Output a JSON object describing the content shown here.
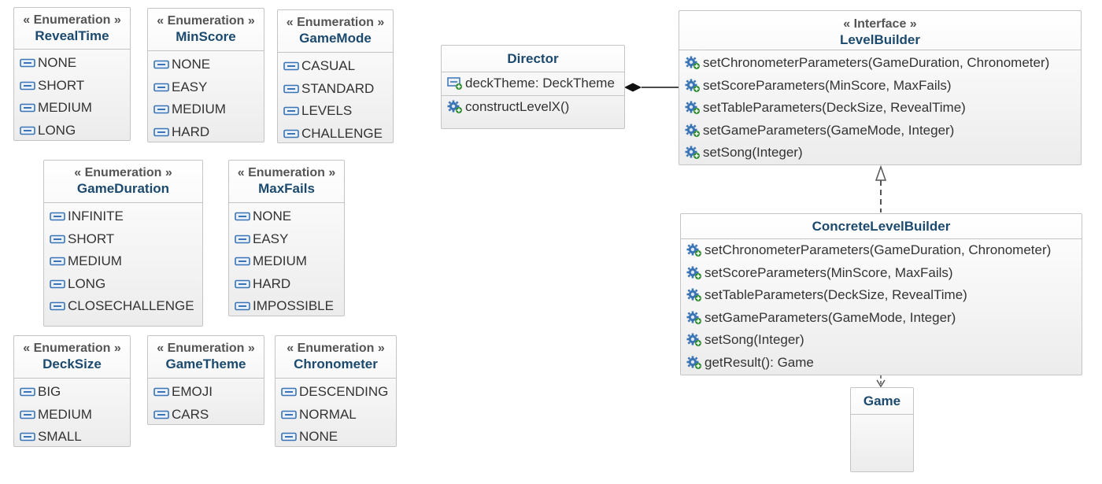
{
  "enumerations": [
    {
      "id": "reveal-time",
      "stereotype": "« Enumeration »",
      "name": "RevealTime",
      "literals": [
        "NONE",
        "SHORT",
        "MEDIUM",
        "LONG"
      ]
    },
    {
      "id": "min-score",
      "stereotype": "« Enumeration »",
      "name": "MinScore",
      "literals": [
        "NONE",
        "EASY",
        "MEDIUM",
        "HARD"
      ]
    },
    {
      "id": "game-mode",
      "stereotype": "« Enumeration »",
      "name": "GameMode",
      "literals": [
        "CASUAL",
        "STANDARD",
        "LEVELS",
        "CHALLENGE"
      ]
    },
    {
      "id": "game-duration",
      "stereotype": "« Enumeration »",
      "name": "GameDuration",
      "literals": [
        "INFINITE",
        "SHORT",
        "MEDIUM",
        "LONG",
        "CLOSECHALLENGE"
      ]
    },
    {
      "id": "max-fails",
      "stereotype": "« Enumeration »",
      "name": "MaxFails",
      "literals": [
        "NONE",
        "EASY",
        "MEDIUM",
        "HARD",
        "IMPOSSIBLE"
      ]
    },
    {
      "id": "deck-size",
      "stereotype": "« Enumeration »",
      "name": "DeckSize",
      "literals": [
        "BIG",
        "MEDIUM",
        "SMALL"
      ]
    },
    {
      "id": "game-theme",
      "stereotype": "« Enumeration »",
      "name": "GameTheme",
      "literals": [
        "EMOJI",
        "CARS"
      ]
    },
    {
      "id": "chronometer",
      "stereotype": "« Enumeration »",
      "name": "Chronometer",
      "literals": [
        "DESCENDING",
        "NORMAL",
        "NONE"
      ]
    }
  ],
  "director": {
    "name": "Director",
    "attributes": [
      "deckTheme: DeckTheme"
    ],
    "operations": [
      "constructLevelX()"
    ]
  },
  "level_builder": {
    "stereotype": "« Interface »",
    "name": "LevelBuilder",
    "operations": [
      "setChronometerParameters(GameDuration, Chronometer)",
      "setScoreParameters(MinScore, MaxFails)",
      "setTableParameters(DeckSize, RevealTime)",
      "setGameParameters(GameMode, Integer)",
      "setSong(Integer)"
    ]
  },
  "concrete_level_builder": {
    "name": "ConcreteLevelBuilder",
    "operations": [
      "setChronometerParameters(GameDuration, Chronometer)",
      "setScoreParameters(MinScore, MaxFails)",
      "setTableParameters(DeckSize, RevealTime)",
      "setGameParameters(GameMode, Integer)",
      "setSong(Integer)",
      "getResult(): Game"
    ]
  },
  "game": {
    "name": "Game"
  },
  "relationships": [
    {
      "type": "composition",
      "from": "Director",
      "to": "LevelBuilder"
    },
    {
      "type": "realization",
      "from": "ConcreteLevelBuilder",
      "to": "LevelBuilder"
    },
    {
      "type": "dependency",
      "from": "ConcreteLevelBuilder",
      "to": "Game"
    }
  ],
  "icons": {
    "literal": "enum-literal-icon",
    "attribute": "attribute-icon",
    "operation": "operation-icon"
  },
  "colors": {
    "title": "#1c4a6e",
    "stereotype": "#555555",
    "border": "#c4c4c4",
    "box_top": "#ffffff",
    "box_bottom": "#ececec",
    "icon_blue": "#3b74b5",
    "icon_green": "#2e8b2e"
  }
}
